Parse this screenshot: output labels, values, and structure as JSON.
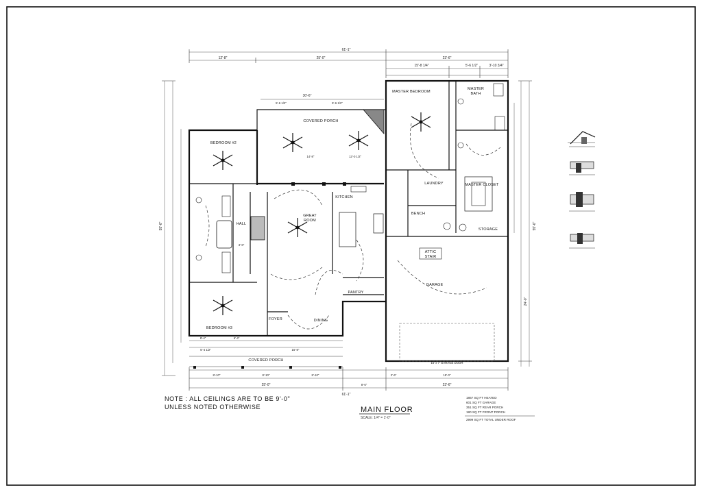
{
  "sheet": {
    "title": "MAIN FLOOR",
    "scale": "SCALE: 1/4\" = 1'-0\"",
    "note_line1": "NOTE : ALL CEILINGS ARE TO BE 9'-0\"",
    "note_line2": "UNLESS NOTED OTHERWISE",
    "stats": [
      "1867 SQ FT HEATED",
      "601 SQ FT GARAGE",
      "351 SQ FT REAR PORCH",
      "180 SQ FT FRONT PORCH",
      "2999 SQ FT TOTAL UNDER ROOF"
    ]
  },
  "rooms": {
    "covered_porch_rear": "COVERED PORCH",
    "master_bedroom": "MASTER BEDROOM",
    "master_bath": "MASTER BATH",
    "bedroom_2": "BEDROOM #2",
    "bedroom_3": "BEDROOM #3",
    "hall": "HALL",
    "great_room_1": "GREAT",
    "great_room_2": "ROOM",
    "kitchen": "KITCHEN",
    "laundry": "LAUNDRY",
    "master_closet": "MASTER CLOSET",
    "bench": "BENCH",
    "storage": "STORAGE",
    "attic_stair_1": "ATTIC",
    "attic_stair_2": "STAIR",
    "garage": "GARAGE",
    "pantry": "PANTRY",
    "foyer": "FOYER",
    "dining": "DINING",
    "covered_porch_front": "COVERED PORCH",
    "garage_door": "16' x 7' GARAGE DOOR"
  },
  "dimensions": {
    "overall_top": "61'-1\"",
    "top_left": "12'-8\"",
    "top_mid": "25'-0\"",
    "top_right": "23'-6\"",
    "master_width": "15'-8 1/4\"",
    "bath_width": "5'-6 1/2\"",
    "bath_right": "3'-10 3/4\"",
    "porch_width": "30'-6\"",
    "porch_left": "5'-6 1/2\"",
    "porch_right": "5'-6 1/2\"",
    "porch_inner": "14'-8\"",
    "porch_depth": "12'-0 1/2\"",
    "overall_left": "55'-6\"",
    "overall_right": "55'-6\"",
    "garage_depth": "24'-0\"",
    "bottom_porch": "16'-8\"",
    "bottom_porch_left": "5'-4 1/2\"",
    "front_porch_spans": [
      "8'-10\"",
      "8'-10\"",
      "8'-10\""
    ],
    "bottom_total_left": "25'-0\"",
    "bottom_total_right": "23'-6\"",
    "bottom_overall": "61'-1\"",
    "garage_width": "18'-0\"",
    "garage_side": "2'-6\"",
    "bottom_garage": "8'-6\"",
    "left_bedroom": "8'-4\"",
    "left_bedroom_2": "6'-4\"",
    "mid_3": "3'-6\""
  }
}
